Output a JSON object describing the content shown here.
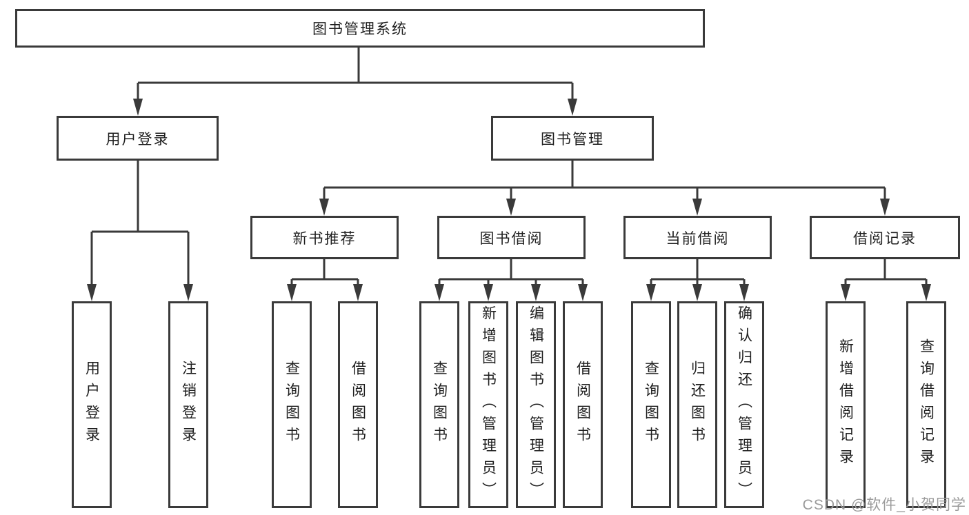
{
  "diagram": {
    "root": {
      "label": "图书管理系统"
    },
    "branches": [
      {
        "label": "用户登录",
        "children": [
          {
            "label": "用户登录"
          },
          {
            "label": "注销登录"
          }
        ]
      },
      {
        "label": "图书管理",
        "children": [
          {
            "label": "新书推荐",
            "children": [
              {
                "label": "查询图书"
              },
              {
                "label": "借阅图书"
              }
            ]
          },
          {
            "label": "图书借阅",
            "children": [
              {
                "label": "查询图书"
              },
              {
                "label": "新增图书（管理员）"
              },
              {
                "label": "编辑图书（管理员）"
              },
              {
                "label": "借阅图书"
              }
            ]
          },
          {
            "label": "当前借阅",
            "children": [
              {
                "label": "查询图书"
              },
              {
                "label": "归还图书"
              },
              {
                "label": "确认归还（管理员）"
              }
            ]
          },
          {
            "label": "借阅记录",
            "children": [
              {
                "label": "新增借阅记录"
              },
              {
                "label": "查询借阅记录"
              }
            ]
          }
        ]
      }
    ]
  },
  "watermark": "CSDN @软件_小贺同学",
  "colors": {
    "line": "#3a3a3a",
    "text": "#1f1f1f",
    "watermark": "#9b9b9b",
    "background": "#ffffff"
  }
}
